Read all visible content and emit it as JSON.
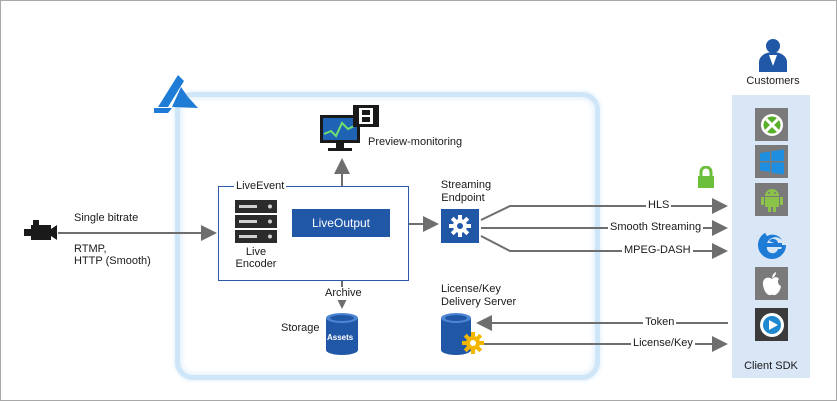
{
  "source": {
    "label": "Single bitrate",
    "protocols_line1": "RTMP,",
    "protocols_line2": "HTTP (Smooth)"
  },
  "live_event": {
    "title": "LiveEvent",
    "encoder_line1": "Live",
    "encoder_line2": "Encoder",
    "output_label": "LiveOutput"
  },
  "preview": {
    "label": "Preview-monitoring"
  },
  "archive": {
    "label": "Archive"
  },
  "storage": {
    "label": "Storage",
    "assets_label": "Assets"
  },
  "streaming_endpoint": {
    "line1": "Streaming",
    "line2": "Endpoint"
  },
  "outputs": [
    "HLS",
    "Smooth Streaming",
    "MPEG-DASH"
  ],
  "license_server": {
    "line1": "License/Key",
    "line2": "Delivery Server"
  },
  "token": {
    "label": "Token"
  },
  "license_key": {
    "label": "License/Key"
  },
  "customers": {
    "label": "Customers"
  },
  "client_sdk": {
    "label": "Client SDK"
  },
  "clients": [
    "xbox-icon",
    "windows-icon",
    "android-icon",
    "edge-icon",
    "apple-icon",
    "media-player-icon"
  ],
  "colors": {
    "azure_blue": "#2057a7",
    "glow": "#cfe6f8",
    "panel": "#d8e6f6",
    "lock_green": "#6bbf3a",
    "arrow_gray": "#6e6e6e",
    "gold": "#f2b600"
  }
}
